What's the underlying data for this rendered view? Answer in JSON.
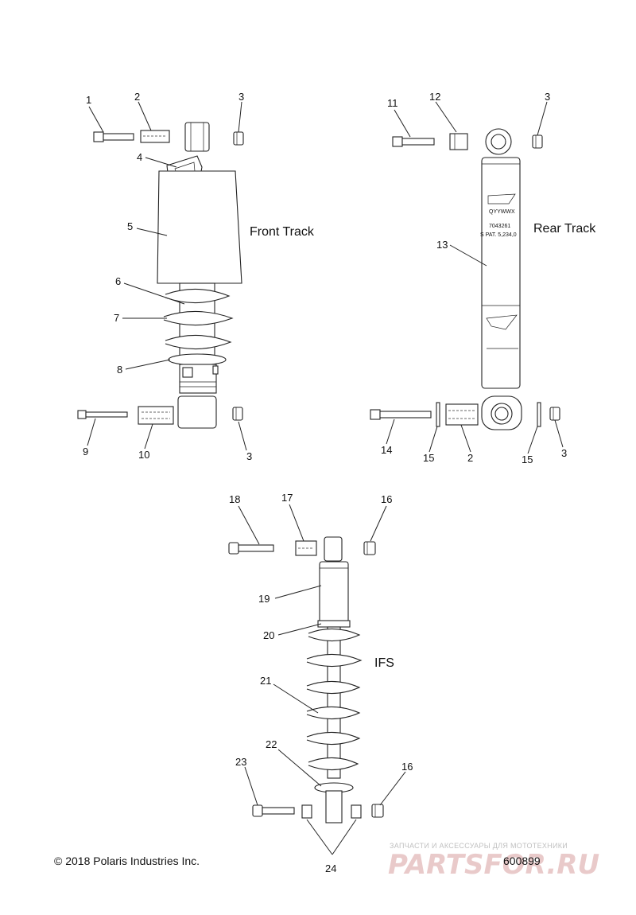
{
  "sections": {
    "front_track": "Front Track",
    "rear_track": "Rear Track",
    "ifs": "IFS"
  },
  "callouts": {
    "c1": "1",
    "c2": "2",
    "c3": "3",
    "c4": "4",
    "c5": "5",
    "c6": "6",
    "c7": "7",
    "c8": "8",
    "c9": "9",
    "c10": "10",
    "c3b": "3",
    "c11": "11",
    "c12": "12",
    "c3c": "3",
    "c13": "13",
    "c14": "14",
    "c15": "15",
    "c2b": "2",
    "c15b": "15",
    "c3d": "3",
    "c18": "18",
    "c17": "17",
    "c16": "16",
    "c19": "19",
    "c20": "20",
    "c21": "21",
    "c22": "22",
    "c23": "23",
    "c16b": "16",
    "c24": "24"
  },
  "shock_decal": {
    "part_number": "7043261",
    "code": "QYYWWX",
    "patent": "S PAT. 5,234,0"
  },
  "copyright": "© 2018 Polaris Industries Inc.",
  "figure_number": "600899",
  "watermark": {
    "caption": "ЗАПЧАСТИ И АКСЕССУАРЫ ДЛЯ МОТОТЕХНИКИ",
    "logo": "PARTSFOR.RU"
  },
  "colors": {
    "watermark": "#d8a0a0"
  }
}
